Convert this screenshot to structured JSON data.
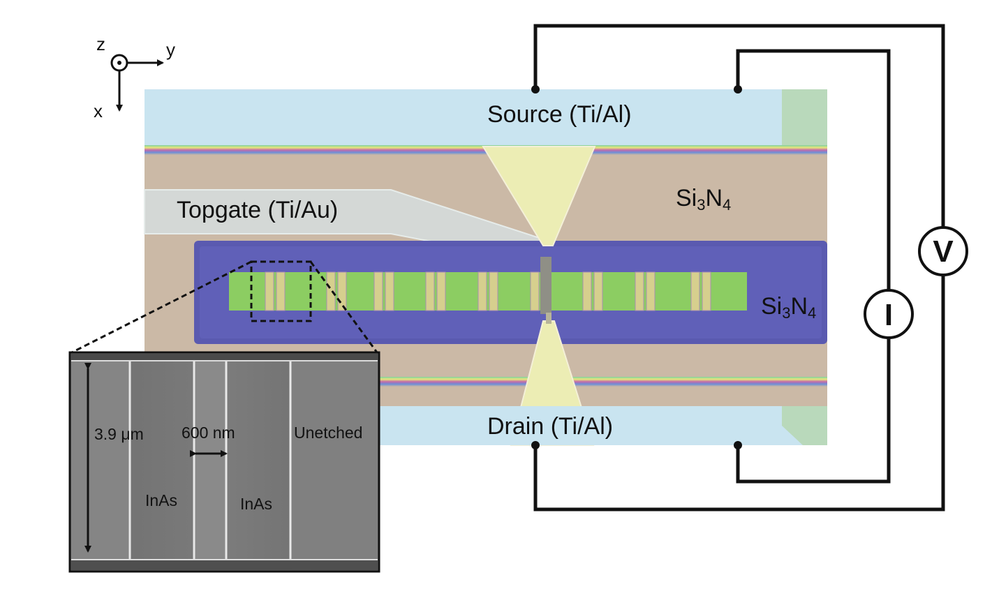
{
  "coordinate_axes": {
    "out_of_plane": "z",
    "horizontal": "y",
    "vertical": "x"
  },
  "labels": {
    "source": "Source (Ti/Al)",
    "drain": "Drain (Ti/Al)",
    "topgate": "Topgate (Ti/Au)",
    "si3n4_upper": {
      "base": "Si",
      "sub1": "3",
      "mid": "N",
      "sub2": "4"
    },
    "si3n4_lower": {
      "base": "Si",
      "sub1": "3",
      "mid": "N",
      "sub2": "4"
    }
  },
  "meters": {
    "current": "I",
    "voltage": "V"
  },
  "inset": {
    "height_label": "3.9 μm",
    "width_label": "600 nm",
    "unetched_label": "Unetched",
    "material_left": "InAs",
    "material_right": "InAs"
  },
  "colors": {
    "source_drain_metal": "#cfe6f2",
    "nitride": "#cbb9a6",
    "etched_trench": "#5a5ab0",
    "inas_mesa": "#8ccd62",
    "contact_pad": "#ecedb4",
    "sem_background": "#777777",
    "wire": "#111111"
  }
}
